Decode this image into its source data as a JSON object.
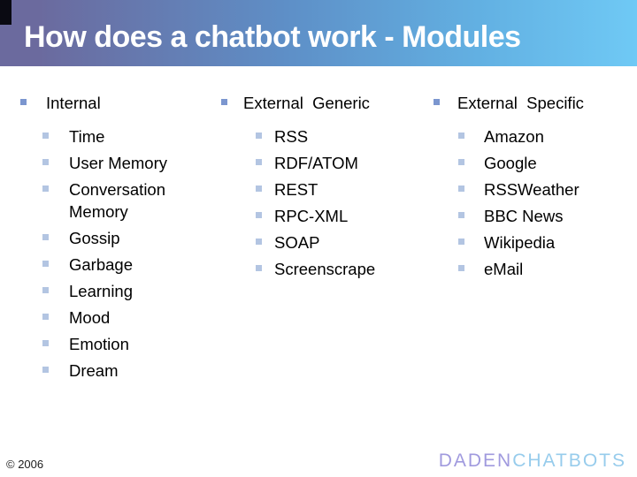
{
  "slide": {
    "title": "How does a chatbot work - Modules",
    "copyright": "© 2006",
    "logo": {
      "part1": "DADEN",
      "part2": "CHATBOTS"
    }
  },
  "columns": [
    {
      "header": "Internal",
      "items": [
        "Time",
        "User Memory",
        "Conversation Memory",
        "Gossip",
        "Garbage",
        "Learning",
        "Mood",
        "Emotion",
        "Dream"
      ]
    },
    {
      "header": "External  Generic",
      "items": [
        "RSS",
        "RDF/ATOM",
        "REST",
        "RPC-XML",
        "SOAP",
        "Screenscrape"
      ]
    },
    {
      "header": "External  Specific",
      "items": [
        "Amazon",
        "Google",
        "RSSWeather",
        "BBC News",
        "Wikipedia",
        "eMail"
      ]
    }
  ],
  "colors": {
    "title_gradient_left": "#6b6a9e",
    "title_gradient_mid": "#5e8fc7",
    "title_gradient_right": "#6fc9f5",
    "title_text": "#ffffff",
    "bullet_level1": "#7b96cf",
    "bullet_level2": "#b3c5e2",
    "logo_daden": "#a09ade",
    "logo_chatbots": "#97ccec"
  }
}
